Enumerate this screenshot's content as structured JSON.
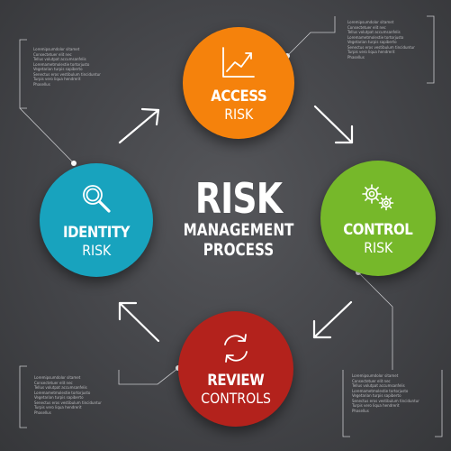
{
  "colors": {
    "background": "#444549",
    "access": "#f5820c",
    "control": "#76b82a",
    "review": "#b3221c",
    "identity": "#18a3be",
    "line": "#d8d8d8"
  },
  "title": {
    "line1": "RISK",
    "line2": "MANAGEMENT",
    "line3": "PROCESS"
  },
  "steps": {
    "access": {
      "label1": "ACCESS",
      "label2": "RISK",
      "icon": "chart-icon"
    },
    "control": {
      "label1": "CONTROL",
      "label2": "RISK",
      "icon": "gears-icon"
    },
    "review": {
      "label1": "REVIEW",
      "label2": "CONTROLS",
      "icon": "cycle-icon"
    },
    "identity": {
      "label1": "IDENTITY",
      "label2": "RISK",
      "icon": "magnifier-icon"
    }
  },
  "notes": {
    "top_left": [
      "Loremipsumdolor sitamet",
      "Consectetuer elit nec",
      "Tellus volutpat accumsanfelis",
      "Loremametmolestie tortorjusto",
      "Vegetarian turpis sapiberto",
      "Senectus eros vestibulum tinciduntur",
      "Turpis vero liqua hendrerit",
      "Phasellus"
    ],
    "top_right": [
      "Loremipsumdolor sitamet",
      "Consectetuer elit nec",
      "Tellus volutpat accumsanfelis",
      "Loremametmolestie tortorjusto",
      "Vegetarian turpis sapiberto",
      "Senectus eros vestibulum tinciduntur",
      "Turpis vero liqua hendrerit",
      "Phasellus"
    ],
    "bottom_left": [
      "Loremipsumdolor sitamet",
      "Consectetuer elit nec",
      "Tellus volutpat accumsanfelis",
      "Loremametmolestie tortorjusto",
      "Vegetarian turpis sapiberto",
      "Senectus eros vestibulum tinciduntur",
      "Turpis vero liqua hendrerit",
      "Phasellus"
    ],
    "bottom_right": [
      "Loremipsumdolor sitamet",
      "Consectetuer elit nec",
      "Tellus volutpat accumsanfelis",
      "Loremametmolestie tortorjusto",
      "Vegetarian turpis sapiberto",
      "Senectus eros vestibulum tinciduntur",
      "Turpis vero liqua hendrerit",
      "Phasellus"
    ]
  }
}
